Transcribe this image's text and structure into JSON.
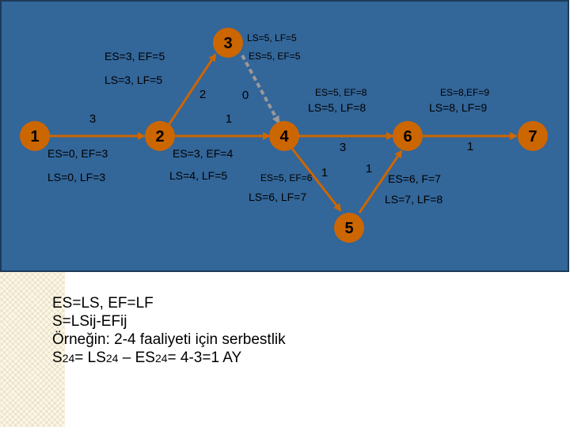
{
  "colors": {
    "background": "#336699",
    "border": "#1c3a59",
    "node_fill": "#cc6600",
    "node_text": "#000000",
    "arrow": "#cc6600",
    "dashed_arrow": "#999999",
    "label_text": "#000000"
  },
  "nodes": [
    {
      "id": "1",
      "label": "1"
    },
    {
      "id": "2",
      "label": "2"
    },
    {
      "id": "3",
      "label": "3"
    },
    {
      "id": "4",
      "label": "4"
    },
    {
      "id": "5",
      "label": "5"
    },
    {
      "id": "6",
      "label": "6"
    },
    {
      "id": "7",
      "label": "7"
    }
  ],
  "edges": [
    {
      "from": "1",
      "to": "2",
      "duration": "3",
      "style": "solid"
    },
    {
      "from": "2",
      "to": "3",
      "duration": "2",
      "style": "solid"
    },
    {
      "from": "3",
      "to": "4",
      "duration": "0",
      "style": "dashed"
    },
    {
      "from": "2",
      "to": "4",
      "duration": "1",
      "style": "solid"
    },
    {
      "from": "4",
      "to": "6",
      "duration": "3",
      "style": "solid"
    },
    {
      "from": "4",
      "to": "5",
      "duration": "1",
      "style": "solid"
    },
    {
      "from": "5",
      "to": "6",
      "duration": "1",
      "style": "solid"
    },
    {
      "from": "6",
      "to": "7",
      "duration": "1",
      "style": "solid"
    }
  ],
  "annotations": {
    "a12_es": "ES=0, EF=3",
    "a12_ls": "LS=0, LF=3",
    "a23_es": "ES=3, EF=5",
    "a23_ls": "LS=3, LF=5",
    "a34_ls": "LS=5, LF=5",
    "a34_es": "ES=5, EF=5",
    "a24_es": "ES=3, EF=4",
    "a24_ls": "LS=4, LF=5",
    "a46_es": "ES=5, EF=8",
    "a46_ls": "LS=5, LF=8",
    "a67_es": "ES=8,EF=9",
    "a67_ls": "LS=8, LF=9",
    "a45_es": "ES=5, EF=6",
    "a45_ls": "LS=6, LF=7",
    "a56_es": "ES=6, F=7",
    "a56_ls": "LS=7, LF=8"
  },
  "notes": {
    "line1": "ES=LS, EF=LF",
    "line2": "S=LSij-EFij",
    "line3": "Örneğin: 2-4 faaliyeti için serbestlik",
    "line4_a": "S",
    "line4_b": "24",
    "line4_c": "= LS",
    "line4_d": "24",
    "line4_e": " – ES",
    "line4_f": "24",
    "line4_g": "= 4-3=1 AY"
  }
}
